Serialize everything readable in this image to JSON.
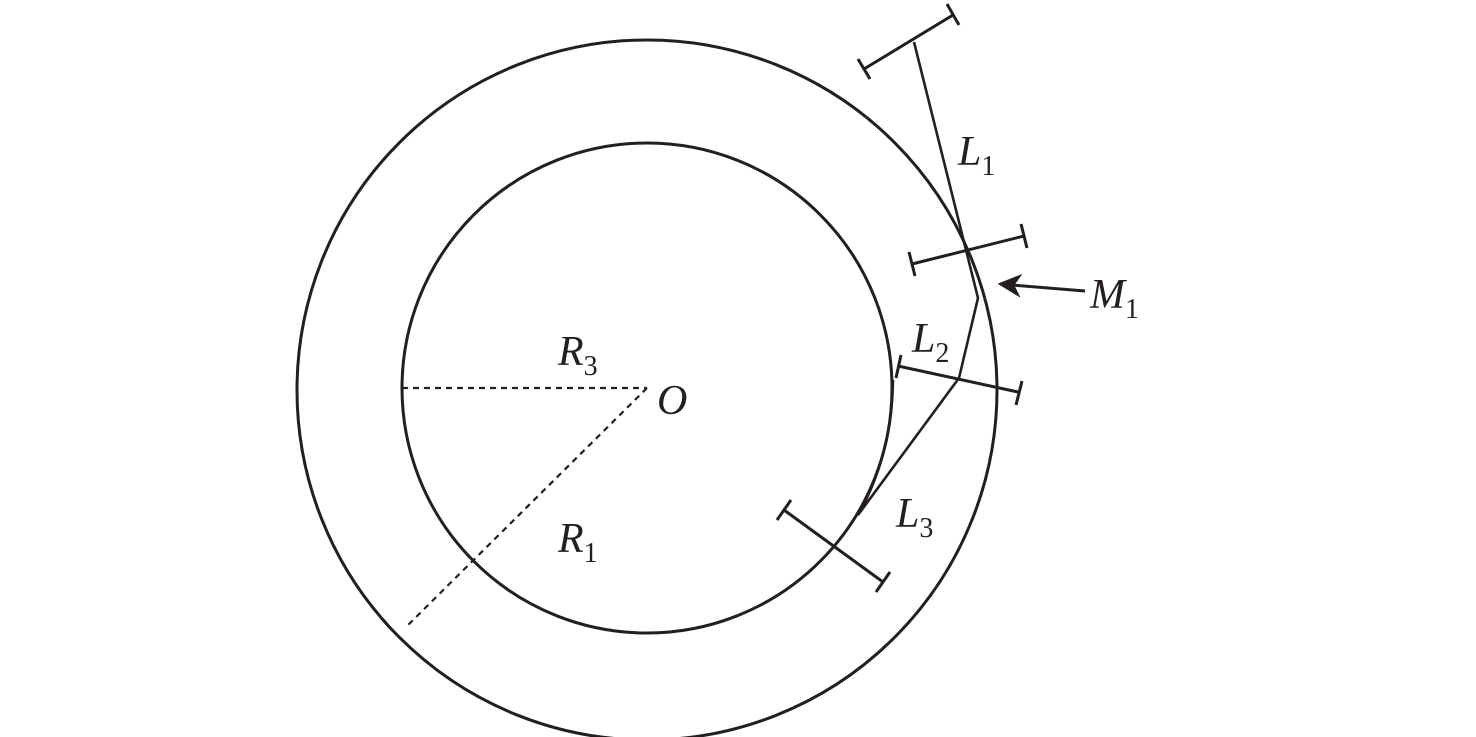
{
  "labels": {
    "L1": {
      "main": "L",
      "sub": "1"
    },
    "L2": {
      "main": "L",
      "sub": "2"
    },
    "L3": {
      "main": "L",
      "sub": "3"
    },
    "M1": {
      "main": "M",
      "sub": "1"
    },
    "R1": {
      "main": "R",
      "sub": "1"
    },
    "R3": {
      "main": "R",
      "sub": "3"
    },
    "O": "O"
  },
  "colors": {
    "stroke": "#231f20",
    "background": "#ffffff"
  }
}
